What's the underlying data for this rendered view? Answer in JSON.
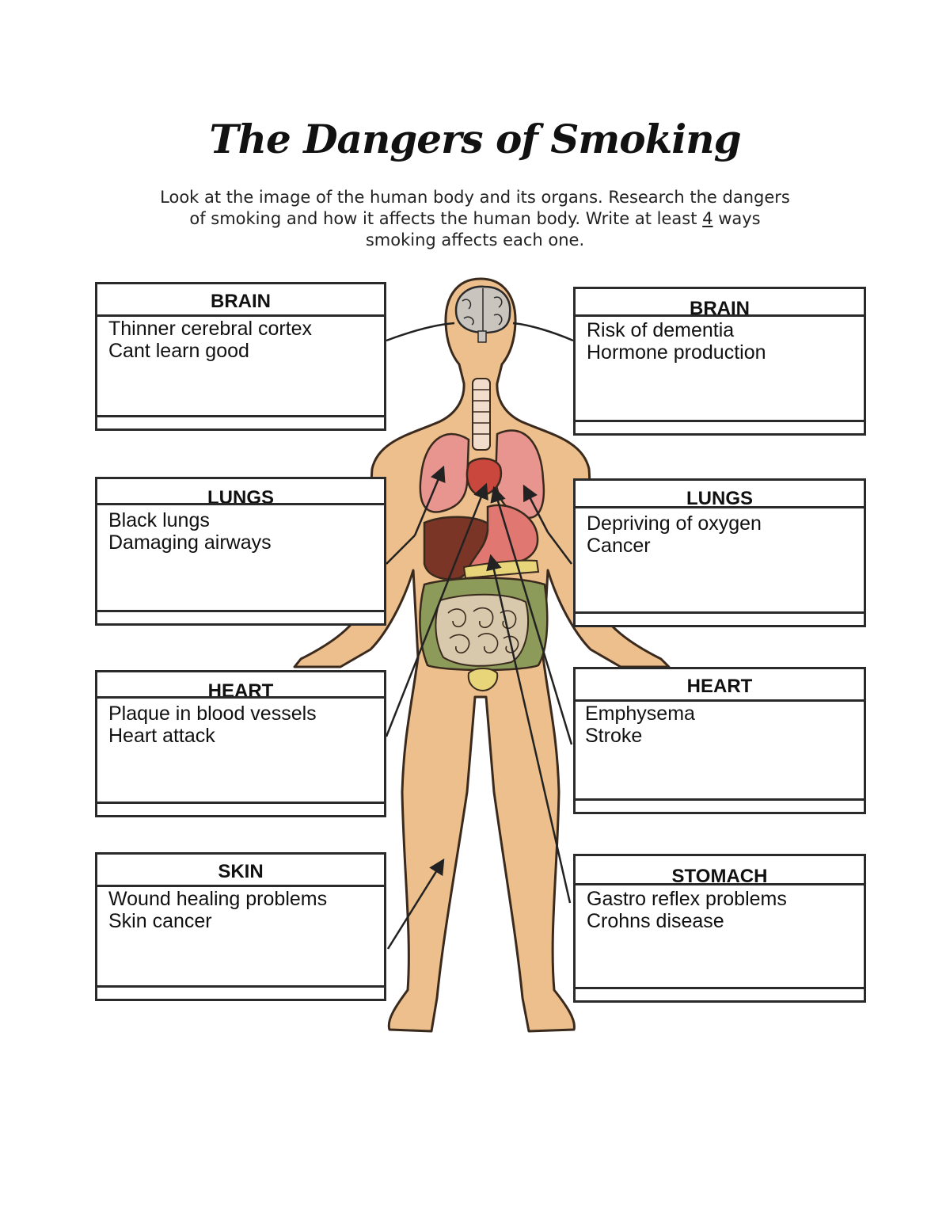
{
  "title": "The Dangers of Smoking",
  "instructions": {
    "line1": "Look at the image of the human body and its organs. Research the dangers",
    "line2_before": "of smoking and how it affects the human body. Write at least ",
    "line2_number": "4",
    "line2_after": " ways",
    "line3": "smoking affects each one."
  },
  "boxes": {
    "left_brain": {
      "heading": "BRAIN",
      "lines": [
        "Thinner cerebral cortex",
        "Cant learn good"
      ]
    },
    "right_brain": {
      "heading": "BRAIN",
      "lines": [
        "Risk of dementia",
        "Hormone production"
      ]
    },
    "left_lungs": {
      "heading": "LUNGS",
      "lines": [
        "Black lungs",
        "Damaging airways"
      ]
    },
    "right_lungs": {
      "heading": "LUNGS",
      "lines": [
        "Depriving of oxygen",
        "Cancer"
      ]
    },
    "left_heart": {
      "heading": "HEART",
      "lines": [
        "Plaque in blood vessels",
        "Heart attack"
      ]
    },
    "right_heart": {
      "heading": "HEART",
      "lines": [
        "Emphysema",
        "Stroke"
      ]
    },
    "left_skin": {
      "heading": "SKIN",
      "lines": [
        "Wound healing problems",
        "Skin cancer"
      ]
    },
    "right_stomach": {
      "heading": "STOMACH",
      "lines": [
        "Gastro reflex problems",
        "Crohns disease"
      ]
    }
  },
  "colors": {
    "skin": "#ecbf8c",
    "lungs": "#e8948f",
    "heart": "#c9473c",
    "liver": "#7a3526",
    "stomach": "#e07770",
    "intestine_large": "#8c9a5a",
    "intestine_small": "#d8c9ad",
    "bladder": "#e8d57a",
    "brain": "#c9c4bd"
  }
}
